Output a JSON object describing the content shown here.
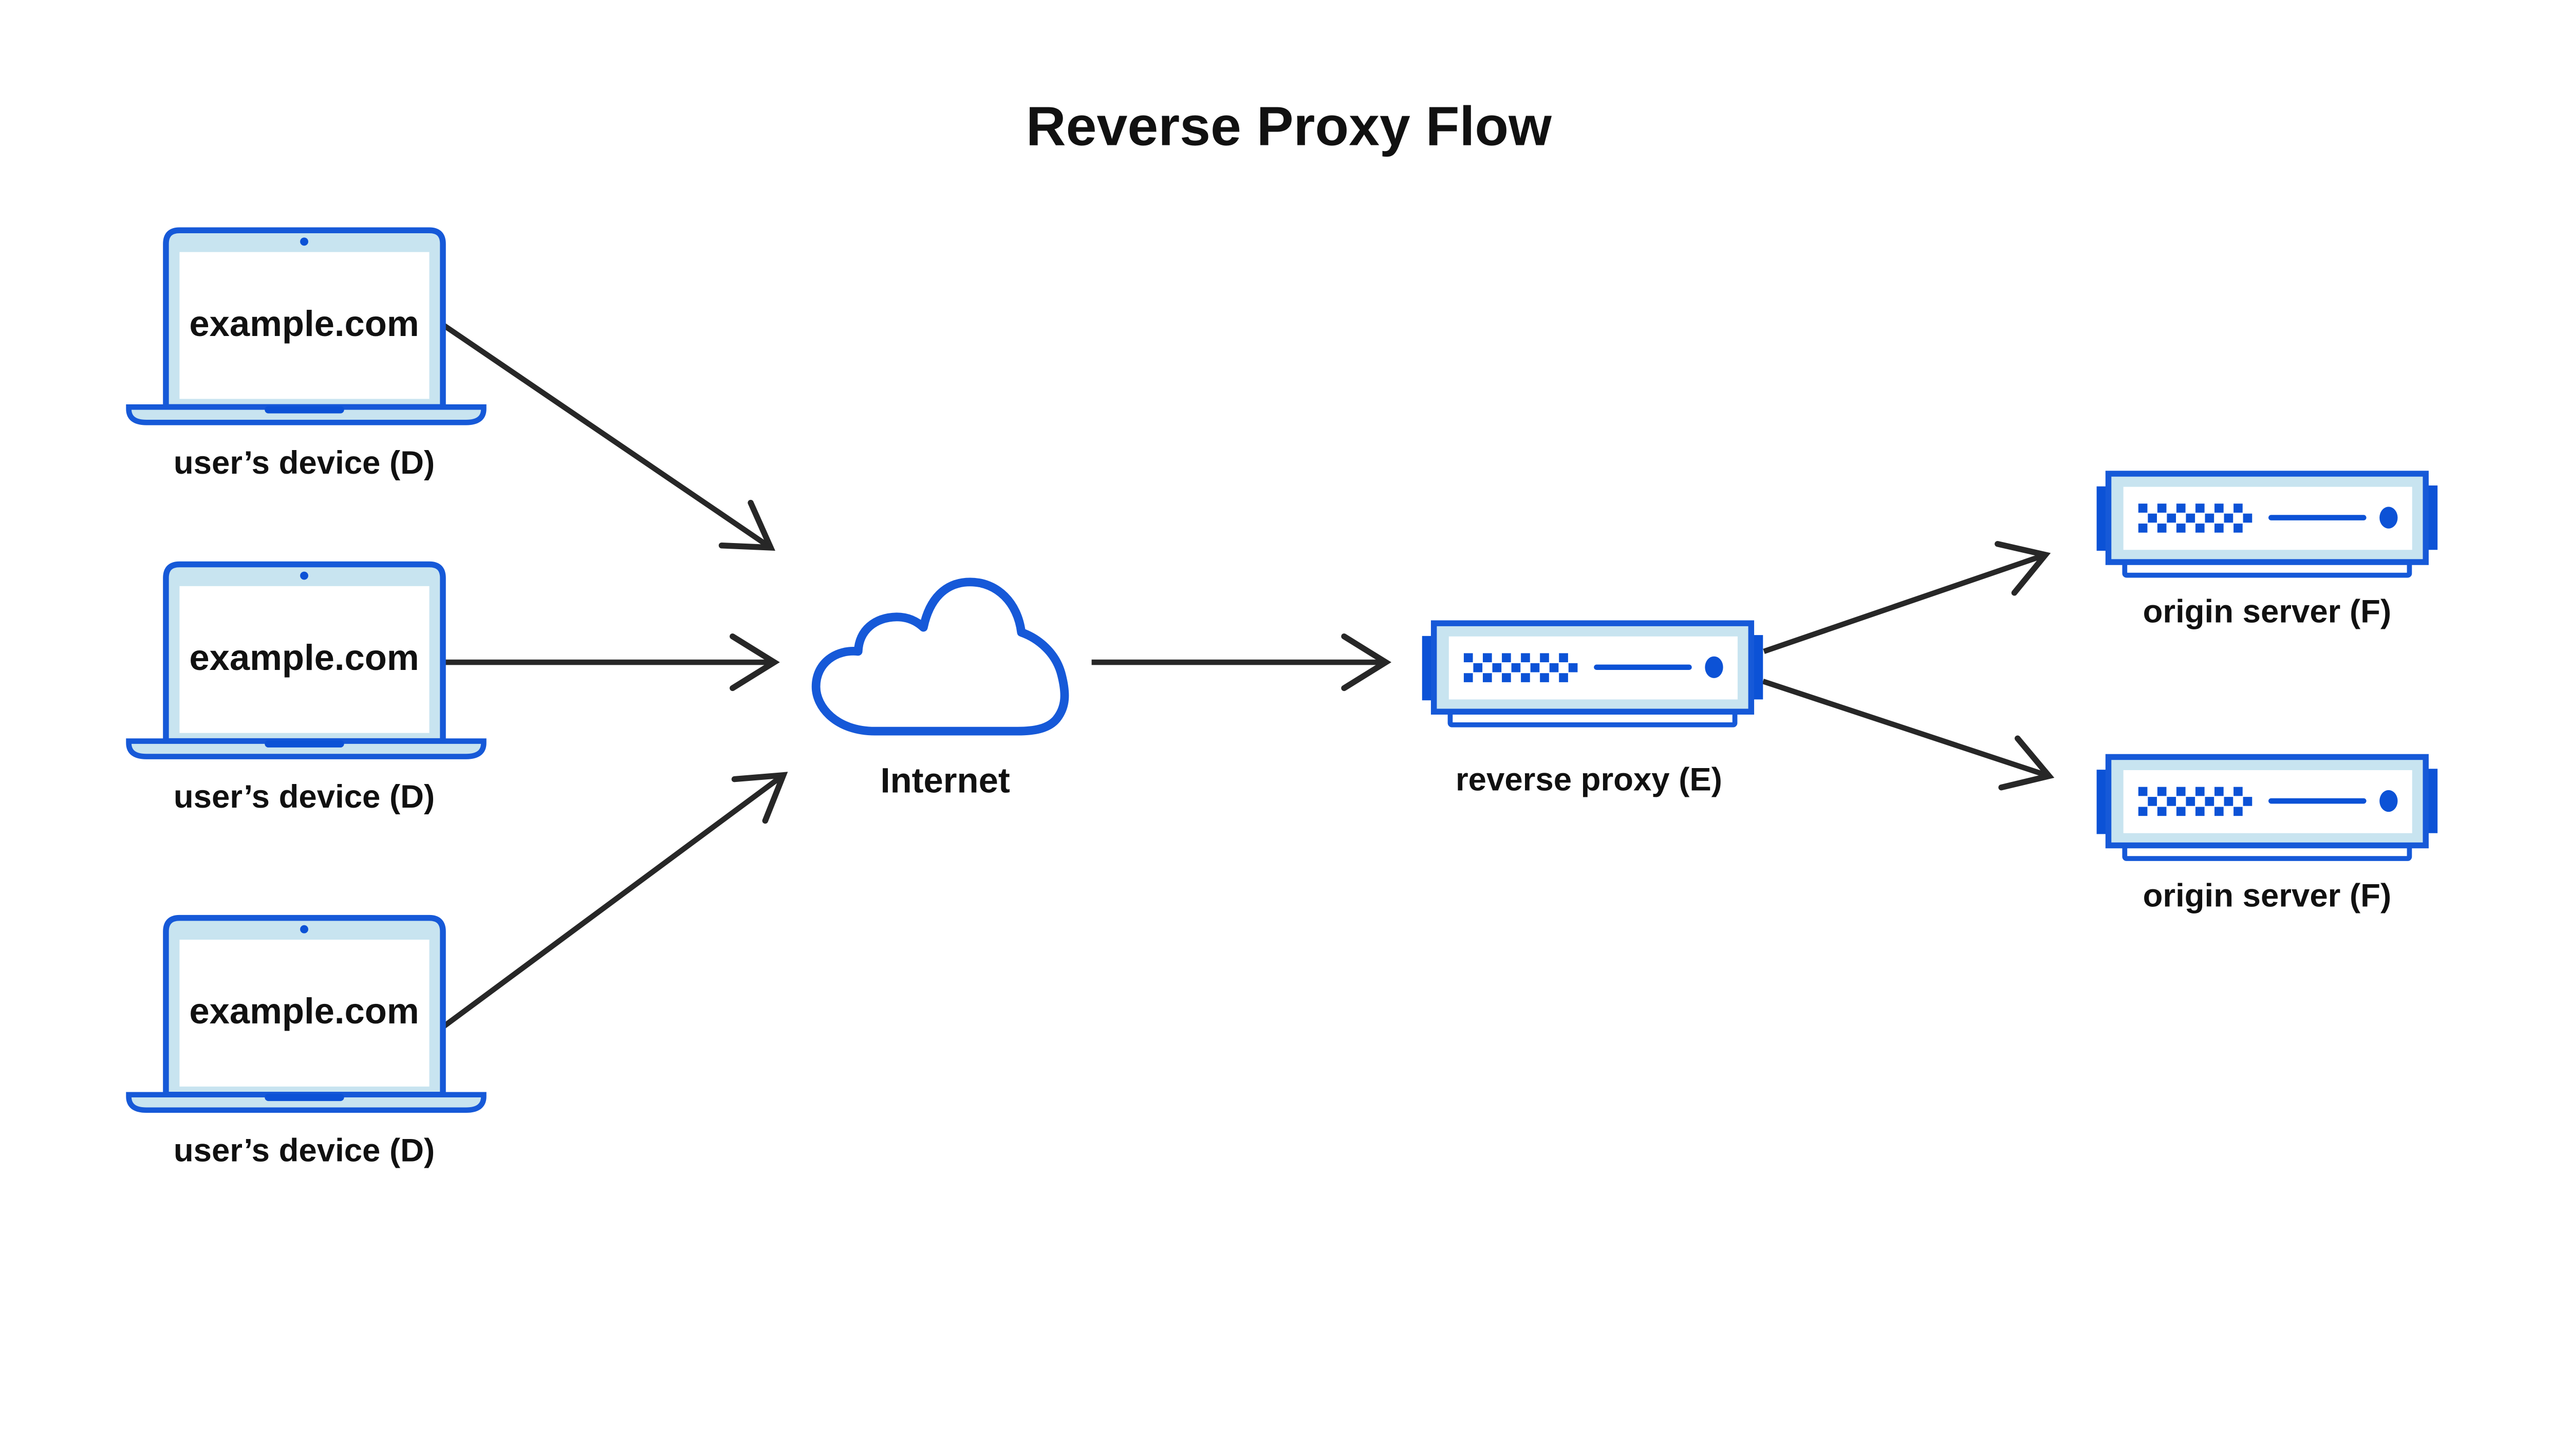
{
  "title": "Reverse Proxy Flow",
  "colors": {
    "stroke_blue": "#1659D8",
    "solid_blue": "#0C52D6",
    "light_blue": "#C8E4F0",
    "arrow": "#272727",
    "text": "#111111"
  },
  "devices": [
    {
      "screen_text": "example.com",
      "label": "user’s device (D)"
    },
    {
      "screen_text": "example.com",
      "label": "user’s device (D)"
    },
    {
      "screen_text": "example.com",
      "label": "user’s device (D)"
    }
  ],
  "internet": {
    "label": "Internet"
  },
  "reverse_proxy": {
    "label": "reverse proxy (E)"
  },
  "origin_servers": [
    {
      "label": "origin server (F)"
    },
    {
      "label": "origin server (F)"
    }
  ]
}
